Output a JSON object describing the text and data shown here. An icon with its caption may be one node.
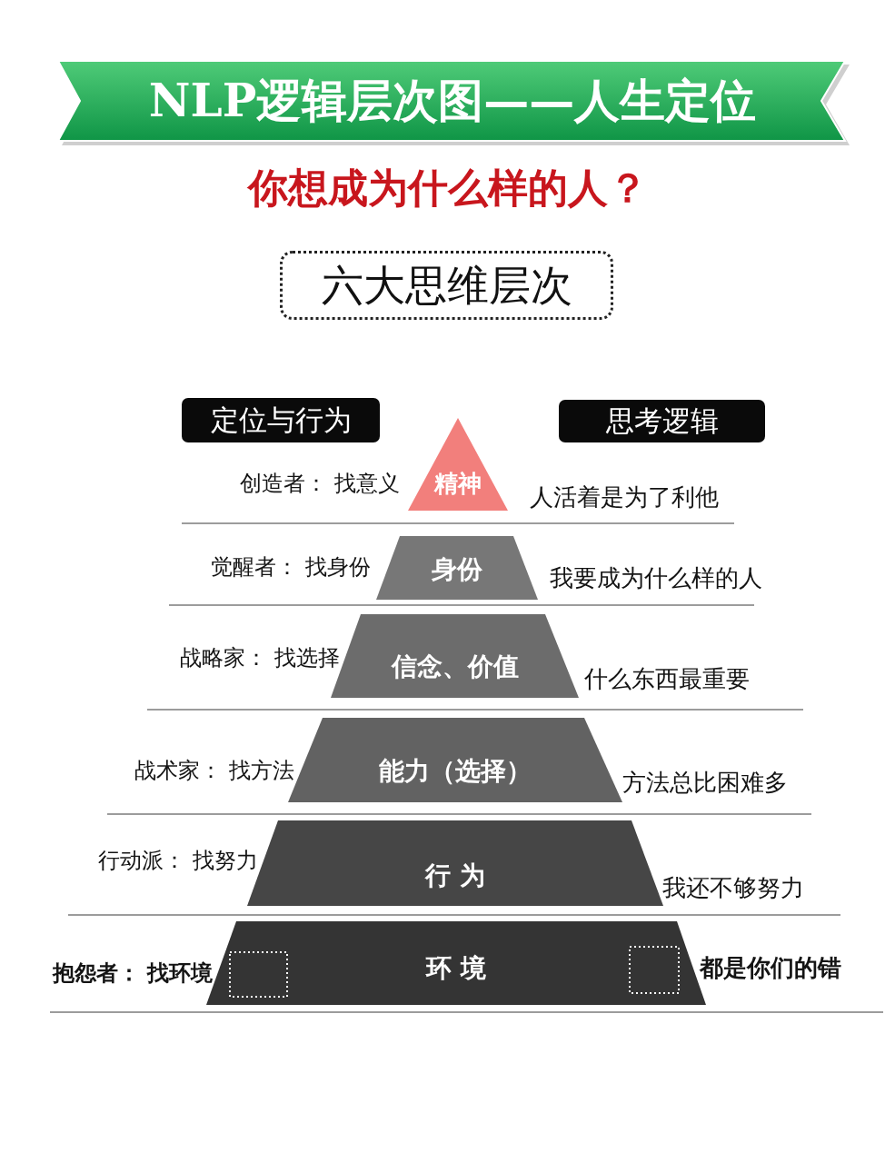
{
  "diagram": {
    "title": "NLP逻辑层次图——人生定位",
    "nodes": [
      {
        "text": [
          "六大思维层次"
        ]
      },
      {
        "text": [
          "定位与行为"
        ]
      },
      {
        "text": [
          "思考逻辑"
        ]
      },
      {
        "text": [
          "精神"
        ],
        "beside": [
          "创造者： 找意义",
          "人活着是为了利他"
        ]
      },
      {
        "text": [
          "身份"
        ],
        "beside": [
          "觉醒者： 找身份",
          "我要成为什么样的人"
        ]
      },
      {
        "text": [
          "信念、价值"
        ],
        "beside": [
          "战略家： 找选择",
          "什么东西最重要"
        ]
      },
      {
        "text": [
          "能力（选择）"
        ],
        "beside": [
          "战术家： 找方法",
          "方法总比困难多"
        ]
      },
      {
        "text": [
          "行 为"
        ],
        "beside": [
          "行动派： 找努力",
          "我还不够努力"
        ]
      },
      {
        "text": [
          "环 境"
        ],
        "beside": [
          "抱怨者： 找环境",
          "都是你们的错"
        ]
      }
    ],
    "labels": [
      "你想成为什么样的人？"
    ]
  }
}
